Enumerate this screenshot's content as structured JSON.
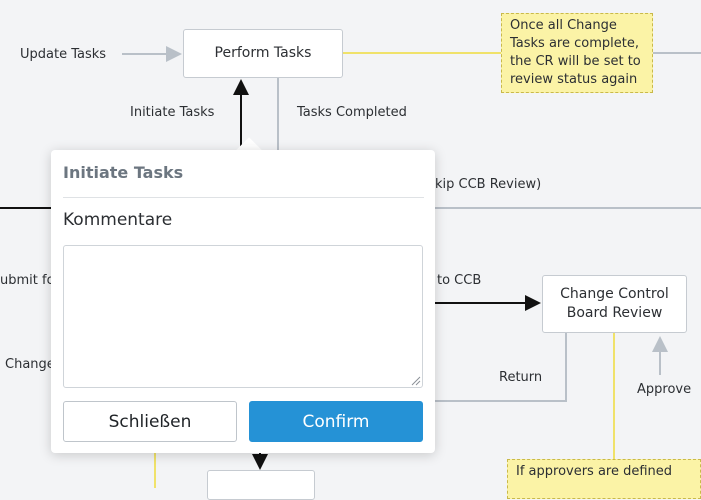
{
  "diagram": {
    "nodes": {
      "perform_tasks": "Perform Tasks",
      "change_control_board_review": "Change Control\nBoard Review"
    },
    "edge_labels": {
      "update_tasks": "Update Tasks",
      "initiate_tasks": "Initiate Tasks",
      "tasks_completed": "Tasks Completed",
      "skip_ccb_review": "kip CCB Review)",
      "submit_for": "ubmit fo",
      "to_ccb": "to CCB",
      "change": "Change",
      "return": "Return",
      "approve": "Approve"
    },
    "notes": {
      "tasks_complete_note": "Once all Change\nTasks are complete,\nthe CR will be set to\nreview status again",
      "approvers_note": "If approvers are defined"
    },
    "colors": {
      "background": "#f3f4f6",
      "node_border": "#c6cbd1",
      "edge_light": "#b9c0c8",
      "edge_dark": "#111111",
      "note_fill": "#fbf3a6",
      "note_border": "#c9b94a",
      "note_line": "#f0e26a"
    }
  },
  "dialog": {
    "title": "Initiate Tasks",
    "field_label": "Kommentare",
    "comment_value": "",
    "close_label": "Schließen",
    "confirm_label": "Confirm",
    "accent": "#2592d6"
  }
}
